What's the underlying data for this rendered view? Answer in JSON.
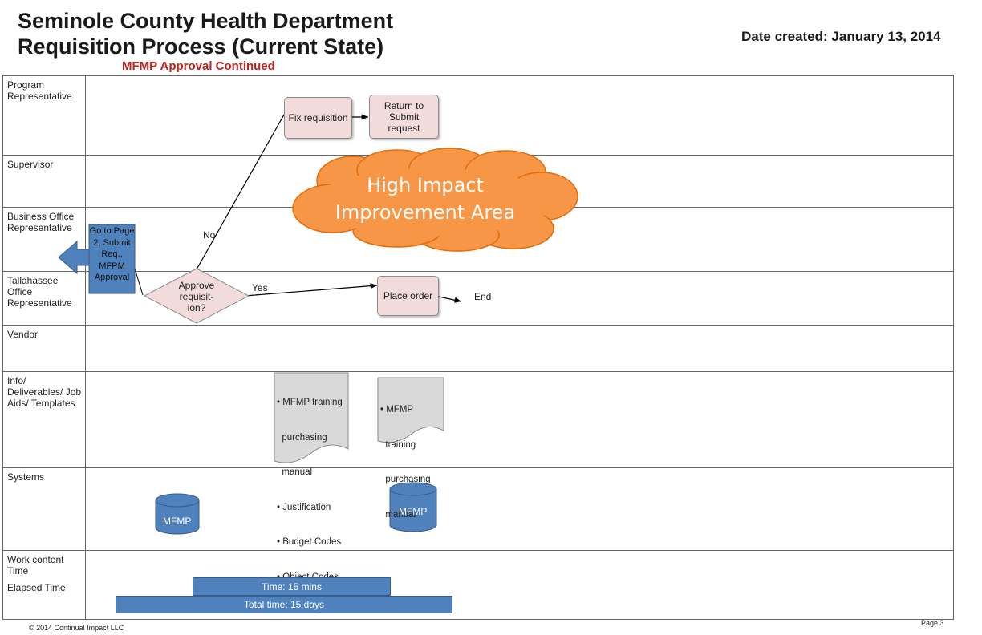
{
  "header": {
    "title_line1": "Seminole County Health Department",
    "title_line2": "Requisition Process (Current State)",
    "subtitle": "MFMP Approval Continued",
    "date": "Date created:  January 13, 2014"
  },
  "lanes": [
    {
      "label": "Program Representative"
    },
    {
      "label": "Supervisor"
    },
    {
      "label": "Business Office Representative"
    },
    {
      "label": "Tallahassee Office Representative"
    },
    {
      "label": "Vendor"
    },
    {
      "label": "Info/ Deliverables/ Job Aids/ Templates"
    },
    {
      "label": "Systems"
    },
    {
      "label": "Work content Time"
    }
  ],
  "elapsed_label": "Elapsed Time",
  "nodes": {
    "fix_requisition": "Fix requisition",
    "return_submit": "Return to Submit request",
    "go_to_page2": "Go to Page 2, Submit Req., MFPM Approval",
    "approve": "Approve requisit-ion?",
    "place_order": "Place order",
    "end": "End",
    "no_label": "No",
    "yes_label": "Yes"
  },
  "callout": {
    "line1": "High Impact",
    "line2": "Improvement Area",
    "color": "#f79646"
  },
  "documents": {
    "doc1": [
      "• MFMP training",
      "  purchasing",
      "  manual",
      "• Justification",
      "• Budget Codes",
      "• Object Codes"
    ],
    "doc2": [
      "• MFMP",
      "  training",
      "  purchasing",
      "  manual"
    ]
  },
  "systems": {
    "db1": "MFMP",
    "db2": "MFMP"
  },
  "times": {
    "work": "Time: 15 mins",
    "total": "Total time:  15 days"
  },
  "footer": {
    "copyright": "© 2014 Continual Impact LLC",
    "page": "Page 3"
  },
  "colors": {
    "box_fill": "#f2dcdb",
    "blue": "#4f81bd",
    "doc_fill": "#d9d9d9"
  }
}
